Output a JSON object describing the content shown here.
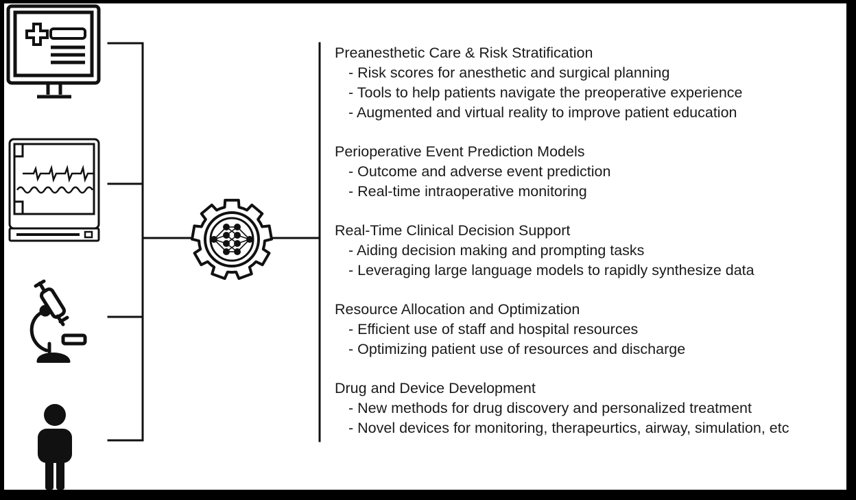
{
  "colors": {
    "line": "#111111",
    "background": "#ffffff",
    "frame": "#000000",
    "text": "#1a1a1a"
  },
  "icons": {
    "ehr_monitor": "ehr-monitor-icon",
    "vital_signs_monitor": "vital-signs-monitor-icon",
    "microscope": "microscope-icon",
    "person": "person-icon",
    "ai_gear": "neural-network-gear-icon"
  },
  "sections": [
    {
      "title": "Preanesthetic Care & Risk Stratification",
      "bullets": [
        "- Risk scores for anesthetic and surgical planning",
        "- Tools to help patients navigate the preoperative experience",
        "- Augmented and virtual reality to improve patient education"
      ]
    },
    {
      "title": "Perioperative Event Prediction Models",
      "bullets": [
        "- Outcome and adverse event prediction",
        "- Real-time intraoperative monitoring"
      ]
    },
    {
      "title": "Real-Time Clinical Decision Support",
      "bullets": [
        "- Aiding decision making and prompting tasks",
        "- Leveraging large language models to rapidly synthesize data"
      ]
    },
    {
      "title": "Resource Allocation and Optimization",
      "bullets": [
        "- Efficient use of staff and hospital resources",
        "- Optimizing patient use of resources and discharge"
      ]
    },
    {
      "title": "Drug and Device Development",
      "bullets": [
        "- New methods for drug discovery and personalized treatment",
        "- Novel devices for monitoring, therapeurtics, airway, simulation, etc"
      ]
    }
  ]
}
